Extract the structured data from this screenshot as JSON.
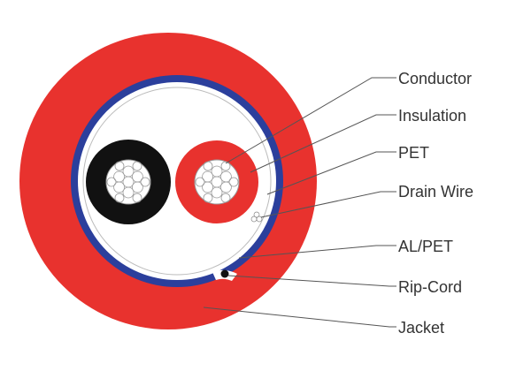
{
  "labels": {
    "conductor": "Conductor",
    "insulation": "Insulation",
    "pet": "PET",
    "drain_wire": "Drain Wire",
    "al_pet": "AL/PET",
    "rip_cord": "Rip-Cord",
    "jacket": "Jacket"
  },
  "colors": {
    "jacket": "#e8322e",
    "shield": "#2b3f9c",
    "pet": "#ffffff",
    "insulation_black": "#111111",
    "insulation_red": "#e8322e",
    "conductor": "#ffffff",
    "leader_line": "#555555"
  }
}
